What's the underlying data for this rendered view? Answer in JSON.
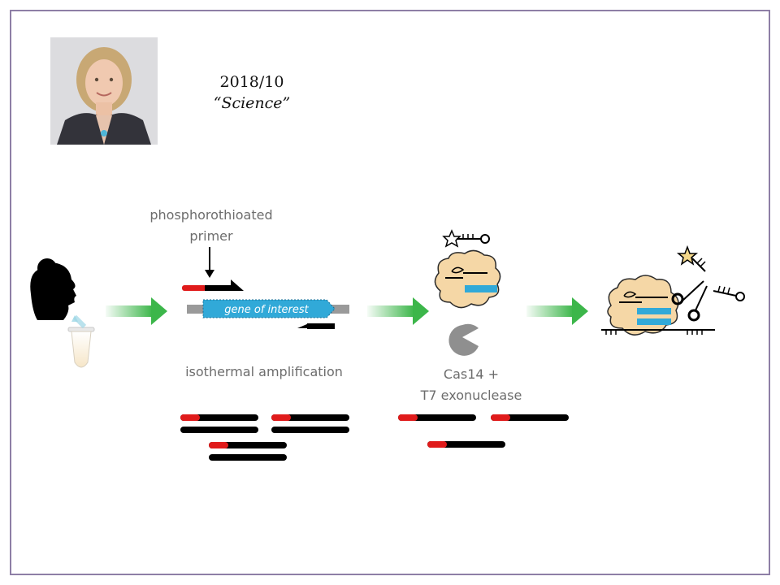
{
  "citation": {
    "date": "2018/10",
    "journal": "“Science”"
  },
  "labels": {
    "primer_line1": "phosphorothioated",
    "primer_line2": "primer",
    "gene": "gene of interest",
    "amplification": "isothermal amplification",
    "cas_line1": "Cas14 +",
    "cas_line2": "T7 exonuclease"
  },
  "colors": {
    "arrow_green": "#3cb64a",
    "gene_blue": "#31a9d8",
    "primer_red": "#e01b1b",
    "protein_tan": "#f5d7a6",
    "frame": "#8e7fa6"
  }
}
